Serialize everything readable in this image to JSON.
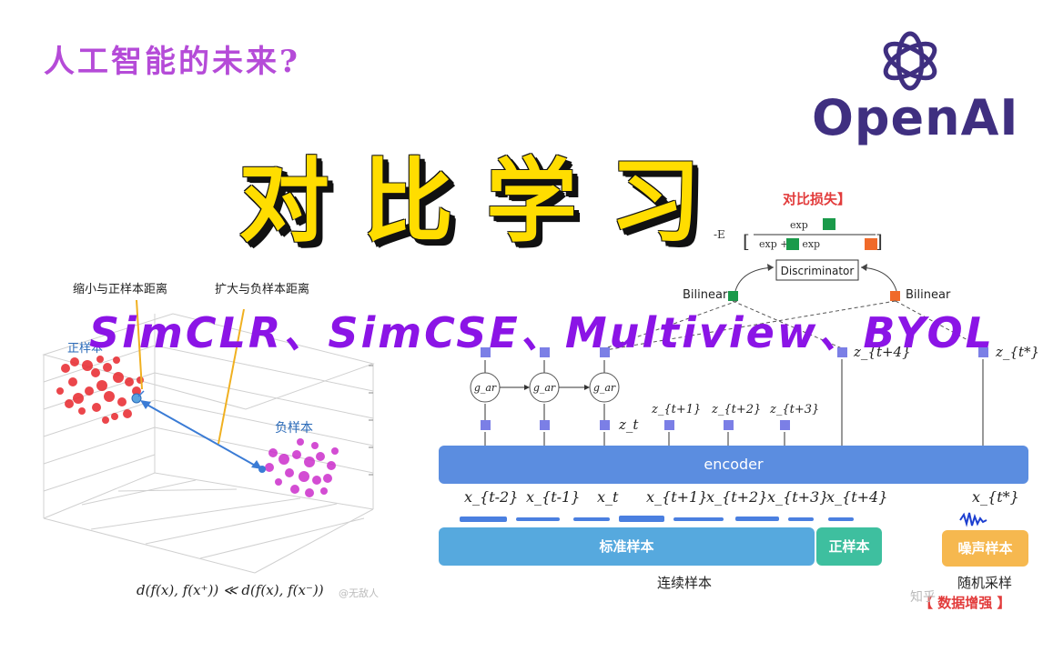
{
  "header": {
    "subtitle": "人工智能的未来?",
    "title": "对比学习",
    "methods": "SimCLR、SimCSE、Multiview、BYOL",
    "logo_text": "OpenAI"
  },
  "scatter_panel": {
    "label_shrink": "缩小与正样本距离",
    "label_expand": "扩大与负样本距离",
    "label_positive": "正样本",
    "label_negative": "负样本",
    "formula": "d(f(x), f(x⁺)) ≪ d(f(x), f(x⁻))",
    "watermark": "@无敌人",
    "colors": {
      "positive": "#e8262b",
      "negative": "#c820c8",
      "arrow": "#3a7bd5",
      "pointer": "#f0b020"
    }
  },
  "cpc_diagram": {
    "loss_label": "对比损失】",
    "loss_formula_prefix": "-E",
    "loss_formula_num": "exp",
    "loss_formula_den": "exp + ∑ exp",
    "discriminator": "Discriminator",
    "bilinear_left": "Bilinear",
    "bilinear_right": "Bilinear",
    "g_nodes": [
      "g_ar",
      "g_ar",
      "g_ar"
    ],
    "z_labels": [
      "z_t",
      "z_{t+1}",
      "z_{t+2}",
      "z_{t+3}",
      "z_{t+4}",
      "z_{t*}"
    ],
    "encoder": "encoder",
    "x_labels": [
      "x_{t-2}",
      "x_{t-1}",
      "x_t",
      "x_{t+1}",
      "x_{t+2}",
      "x_{t+3}",
      "x_{t+4}",
      "x_{t*}"
    ],
    "standard_samples": "标准样本",
    "positive_sample": "正样本",
    "noise_samples": "噪声样本",
    "continuous_samples": "连续样本",
    "random_sampling": "随机采样",
    "data_augmentation": "【 数据增强 】",
    "watermark": "知乎",
    "colors": {
      "node": "#7b7fe6",
      "green": "#1a9a4a",
      "orange": "#f06a2a",
      "encoder": "#5b8de0",
      "standard": "#56a9de",
      "positive": "#3ebf9f",
      "noise": "#f6b84f"
    }
  }
}
